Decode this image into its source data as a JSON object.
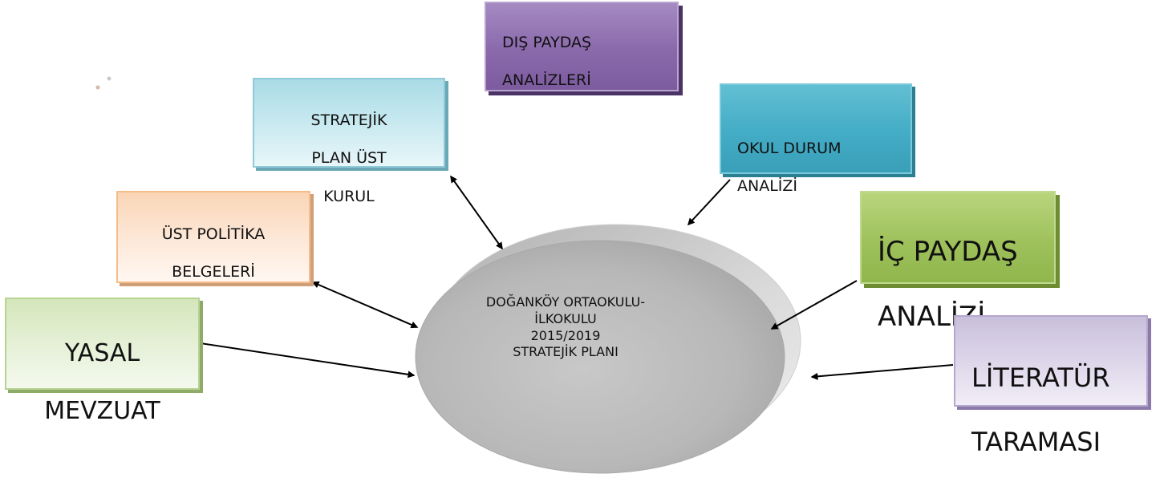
{
  "center": {
    "lines": [
      "DOĞANKÖY ORTAOKULU-",
      "İLKOKULU",
      "2015/2019",
      "STRATEJİK PLANI"
    ]
  },
  "boxes": {
    "dis_paydas": {
      "line1": "DIŞ PAYDAŞ",
      "line2": "ANALİZLERİ",
      "color": "#8a69ab"
    },
    "stratejik_kurul": {
      "line1": "STRATEJİK",
      "line2": "PLAN ÜST",
      "line3": "KURUL",
      "color": "#c8e9f0"
    },
    "okul_durum": {
      "line1": "OKUL DURUM",
      "line2": "ANALİZİ",
      "color": "#43acc6"
    },
    "ust_politika": {
      "line1": "ÜST POLİTİKA",
      "line2": "BELGELERİ",
      "color": "#fde7d6"
    },
    "ic_paydas": {
      "line1": "İÇ PAYDAŞ",
      "line2": "ANALİZİ",
      "color": "#9fc15c"
    },
    "yasal_mevzuat": {
      "line1": "YASAL",
      "line2": "MEVZUAT",
      "color": "#e5f0d6"
    },
    "literatur": {
      "line1": "LİTERATÜR",
      "line2": "TARAMASI",
      "color": "#ddd6ea"
    }
  },
  "colors": {
    "ellipse": "#bdbdbd",
    "arrow": "#000000"
  }
}
